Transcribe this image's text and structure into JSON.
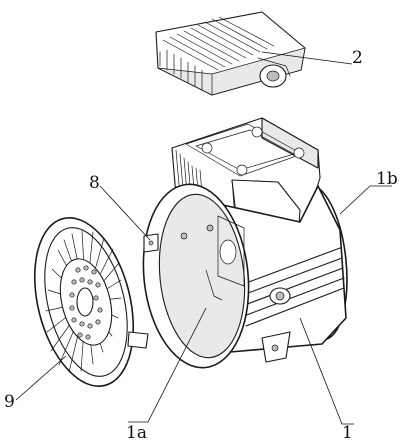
{
  "labels": {
    "cover": "2",
    "housing_right_side": "1b",
    "bracket": "8",
    "fan_grille": "9",
    "housing_front": "1a",
    "housing_body": "1"
  },
  "colors": {
    "ink": "#1a1a1a",
    "background": "#ffffff"
  }
}
